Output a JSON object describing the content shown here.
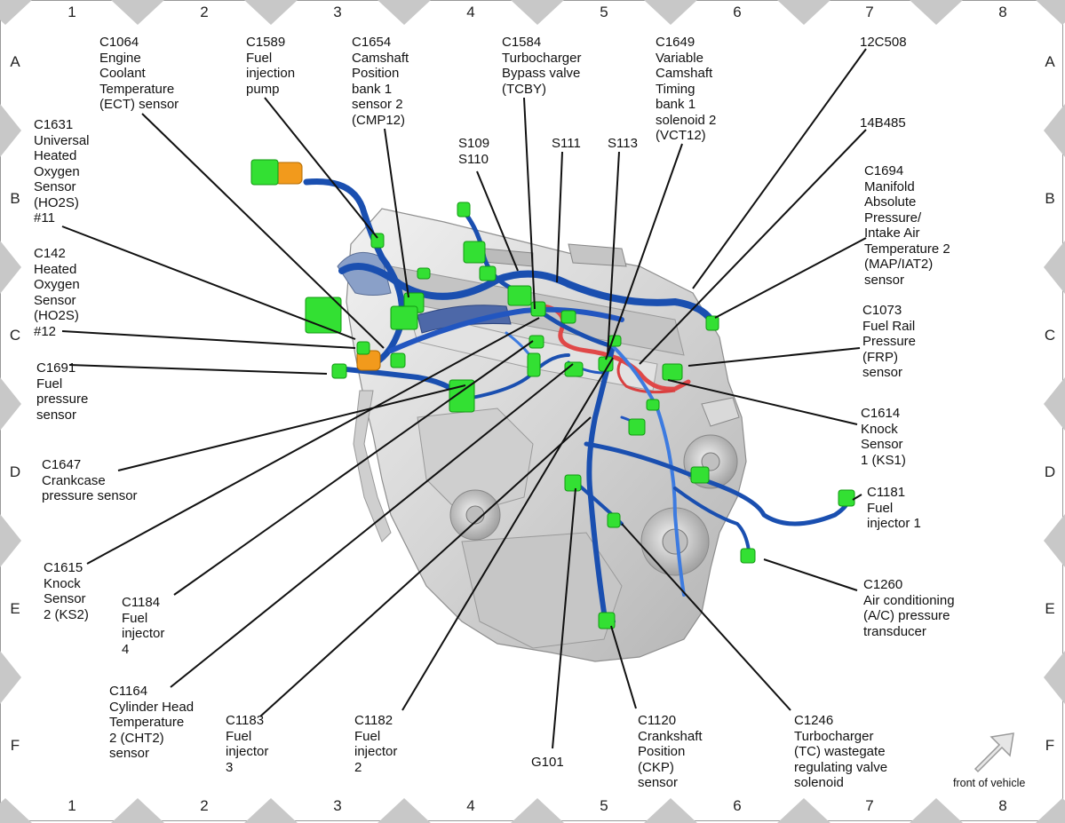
{
  "grid": {
    "columns": [
      "1",
      "2",
      "3",
      "4",
      "5",
      "6",
      "7",
      "8"
    ],
    "rows": [
      "A",
      "B",
      "C",
      "D",
      "E",
      "F"
    ]
  },
  "callouts": [
    {
      "id": "c1064",
      "text": "C1064\nEngine\nCoolant\nTemperature\n(ECT) sensor"
    },
    {
      "id": "c1589",
      "text": "C1589\nFuel\ninjection\npump"
    },
    {
      "id": "c1654",
      "text": "C1654\nCamshaft\nPosition\nbank 1\nsensor 2\n(CMP12)"
    },
    {
      "id": "c1584",
      "text": "C1584\nTurbocharger\nBypass valve\n(TCBY)"
    },
    {
      "id": "c1649",
      "text": "C1649\nVariable\nCamshaft\nTiming\nbank 1\nsolenoid 2\n(VCT12)"
    },
    {
      "id": "12c508",
      "text": "12C508"
    },
    {
      "id": "14b485",
      "text": "14B485"
    },
    {
      "id": "c1631",
      "text": "C1631\nUniversal\nHeated\nOxygen\nSensor\n(HO2S)\n#11"
    },
    {
      "id": "s109",
      "text": "S109\nS110"
    },
    {
      "id": "s111",
      "text": "S111"
    },
    {
      "id": "s113",
      "text": "S113"
    },
    {
      "id": "c1694",
      "text": "C1694\nManifold\nAbsolute\nPressure/\nIntake Air\nTemperature 2\n(MAP/IAT2)\nsensor"
    },
    {
      "id": "c142",
      "text": "C142\nHeated\nOxygen\nSensor\n(HO2S)\n#12"
    },
    {
      "id": "c1073",
      "text": "C1073\nFuel Rail\nPressure\n(FRP)\nsensor"
    },
    {
      "id": "c1691",
      "text": "C1691\nFuel\npressure\nsensor"
    },
    {
      "id": "c1614",
      "text": "C1614\nKnock\nSensor\n1 (KS1)"
    },
    {
      "id": "c1647",
      "text": "C1647\nCrankcase\npressure sensor"
    },
    {
      "id": "c1181",
      "text": "C1181\nFuel\ninjector 1"
    },
    {
      "id": "c1615",
      "text": "C1615\nKnock\nSensor\n2 (KS2)"
    },
    {
      "id": "c1260",
      "text": "C1260\nAir conditioning\n(A/C) pressure\ntransducer"
    },
    {
      "id": "c1184",
      "text": "C1184\nFuel\ninjector\n4"
    },
    {
      "id": "c1164",
      "text": "C1164\nCylinder Head\nTemperature\n2 (CHT2)\nsensor"
    },
    {
      "id": "c1183",
      "text": "C1183\nFuel\ninjector\n3"
    },
    {
      "id": "c1182",
      "text": "C1182\nFuel\ninjector\n2"
    },
    {
      "id": "g101",
      "text": "G101"
    },
    {
      "id": "c1120",
      "text": "C1120\nCrankshaft\nPosition\n(CKP)\nsensor"
    },
    {
      "id": "c1246",
      "text": "C1246\nTurbocharger\n(TC) wastegate\nregulating valve\nsolenoid"
    }
  ],
  "front_note": "front of vehicle",
  "colors": {
    "harness": "#1a4fb0",
    "harness_light": "#3d7be0",
    "connector": "#33e033",
    "connector_dark": "#129912",
    "fuel_line": "#e04848",
    "orange_part": "#f29a1c",
    "engine": "#d6d6d6",
    "engine_dark": "#a9a9a9",
    "grid_marker": "#c8c8c8",
    "leader": "#111111"
  }
}
